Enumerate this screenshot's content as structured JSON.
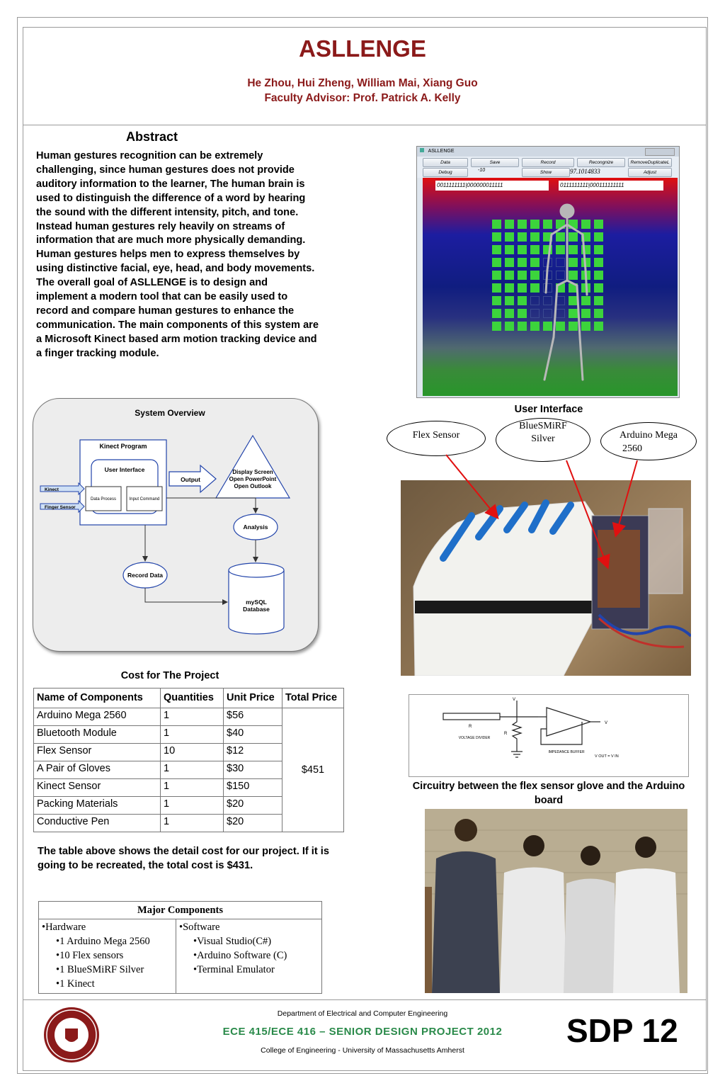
{
  "header": {
    "title": "ASLLENGE",
    "authors": "He Zhou, Hui Zheng, William Mai, Xiang Guo",
    "advisor": "Faculty Advisor: Prof. Patrick A. Kelly"
  },
  "abstract": {
    "heading": "Abstract",
    "text": "Human gestures recognition can be extremely challenging, since human gestures does not provide auditory information to the learner, The human brain is used to distinguish the difference of a word by hearing the sound with the different intensity, pitch, and tone. Instead human gestures rely heavily on streams of information that are much more physically demanding. Human gestures helps men to express themselves by using distinctive facial, eye, head, and body movements. The overall goal of ASLLENGE is to design and implement a modern tool that can be easily used to record and compare human gestures to enhance the communication. The main components of this system are a Microsoft Kinect based arm motion tracking device and a finger tracking module."
  },
  "ui_screenshot": {
    "window_title": "ASLLENGE",
    "buttons_row1": [
      "Data",
      "Save",
      "Record",
      "Recongnize",
      "RemoveDuplicateL"
    ],
    "buttons_row2": [
      "Debug",
      "Show",
      "Adjust"
    ],
    "debug_value": "-10",
    "show_value": "97.1014833",
    "field_left": "0011111111|000000011111",
    "field_right": "0111111111|000111111111",
    "caption": "User Interface"
  },
  "system_overview": {
    "title": "System Overview",
    "kinect_program": "Kinect Program",
    "user_interface": "User Interface",
    "data_process": "Data Process",
    "input_command": "Input Command",
    "kinect": "Kinect",
    "finger_sensor": "Finger Sensor",
    "output": "Output",
    "display_screen": "Display Screen",
    "open_powerpoint": "Open PowerPoint",
    "open_outlook": "Open Outlook",
    "analysis": "Analysis",
    "record_data": "Record Data",
    "mysql": "mySQL",
    "database": "Database"
  },
  "hardware_labels": {
    "flex_sensor": "Flex Sensor",
    "bluesmirf_1": "BlueSMiRF",
    "bluesmirf_2": "Silver",
    "arduino_1": "Arduino Mega",
    "arduino_2": "2560"
  },
  "cost": {
    "caption": "Cost for The Project",
    "headers": [
      "Name of Components",
      "Quantities",
      "Unit Price",
      "Total Price"
    ],
    "rows": [
      [
        "Arduino Mega 2560",
        "1",
        "$56"
      ],
      [
        "Bluetooth Module",
        "1",
        "$40"
      ],
      [
        "Flex Sensor",
        "10",
        "$12"
      ],
      [
        "A Pair of Gloves",
        "1",
        "$30"
      ],
      [
        "Kinect Sensor",
        "1",
        "$150"
      ],
      [
        "Packing Materials",
        "1",
        "$20"
      ],
      [
        "Conductive Pen",
        "1",
        "$20"
      ]
    ],
    "total": "$451",
    "note": "The table above shows the detail cost for our project. If it is going to be recreated, the total cost is $431."
  },
  "major_components": {
    "heading": "Major Components",
    "hardware_title": "•Hardware",
    "hardware": [
      "•1 Arduino Mega 2560",
      "•10 Flex sensors",
      "•1 BlueSMiRF Silver",
      "•1 Kinect"
    ],
    "software_title": "•Software",
    "software": [
      "•Visual Studio(C#)",
      "•Arduino Software (C)",
      "•Terminal Emulator"
    ]
  },
  "circuit": {
    "caption": "Circuitry between the flex sensor glove and the Arduino board",
    "vin": "V",
    "r1": "R",
    "r2": "R",
    "voltage_divider": "VOLTAGE DIVIDER",
    "impedance_buffer": "IMPEDANCE BUFFER",
    "vout": "V",
    "formula": "V OUT = V IN"
  },
  "footer": {
    "department": "Department of Electrical and Computer Engineering",
    "course": "ECE 415/ECE 416 – SENIOR DESIGN PROJECT 2012",
    "college": "College of Engineering - University of Massachusetts Amherst",
    "sdp": "SDP 12"
  }
}
